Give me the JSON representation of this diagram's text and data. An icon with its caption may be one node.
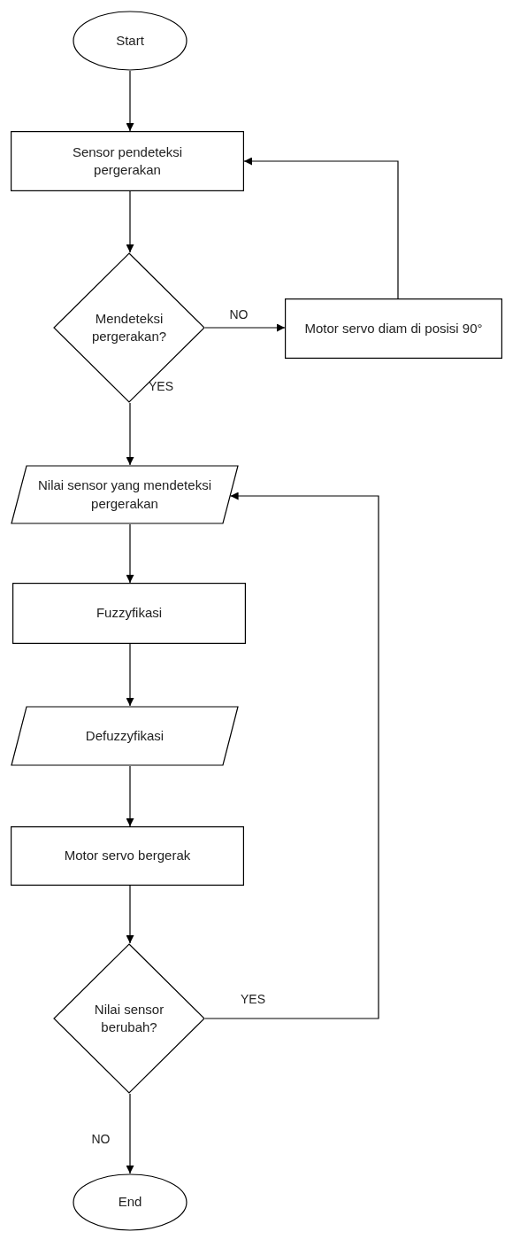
{
  "diagram": {
    "nodes": [
      {
        "text": [
          "Start"
        ]
      },
      {
        "text": [
          "Sensor pendeteksi pergerakan"
        ]
      },
      {
        "text": [
          "Mendeteksi pergerakan?"
        ]
      },
      {
        "text": [
          "Motor servo diam di posisi 90°"
        ]
      },
      {
        "text": [
          "Nilai sensor yang mendeteksi pergerakan"
        ]
      },
      {
        "text": [
          "Fuzzyfikasi"
        ]
      },
      {
        "text": [
          "Defuzzyfikasi"
        ]
      },
      {
        "text": [
          "Motor servo bergerak"
        ]
      },
      {
        "text": [
          "Nilai sensor berubah?"
        ]
      },
      {
        "text": [
          "End"
        ]
      }
    ],
    "edges": [
      {
        "from": 0,
        "to": 1,
        "arrow": "to"
      },
      {
        "from": 1,
        "to": 2,
        "arrow": "to"
      },
      {
        "from": 2,
        "to": 3,
        "arrow": "to",
        "label": "NO"
      },
      {
        "from": 3,
        "to": 1,
        "arrow": "to"
      },
      {
        "from": 2,
        "to": 4,
        "arrow": "to",
        "label": "YES"
      },
      {
        "from": 4,
        "to": 5,
        "arrow": "to"
      },
      {
        "from": 5,
        "to": 6,
        "arrow": "to"
      },
      {
        "from": 6,
        "to": 7,
        "arrow": "to"
      },
      {
        "from": 7,
        "to": 8,
        "arrow": "to"
      },
      {
        "from": 8,
        "to": 4,
        "arrow": "to",
        "label": "YES"
      },
      {
        "from": 8,
        "to": 9,
        "arrow": "to",
        "label": "NO"
      }
    ]
  }
}
